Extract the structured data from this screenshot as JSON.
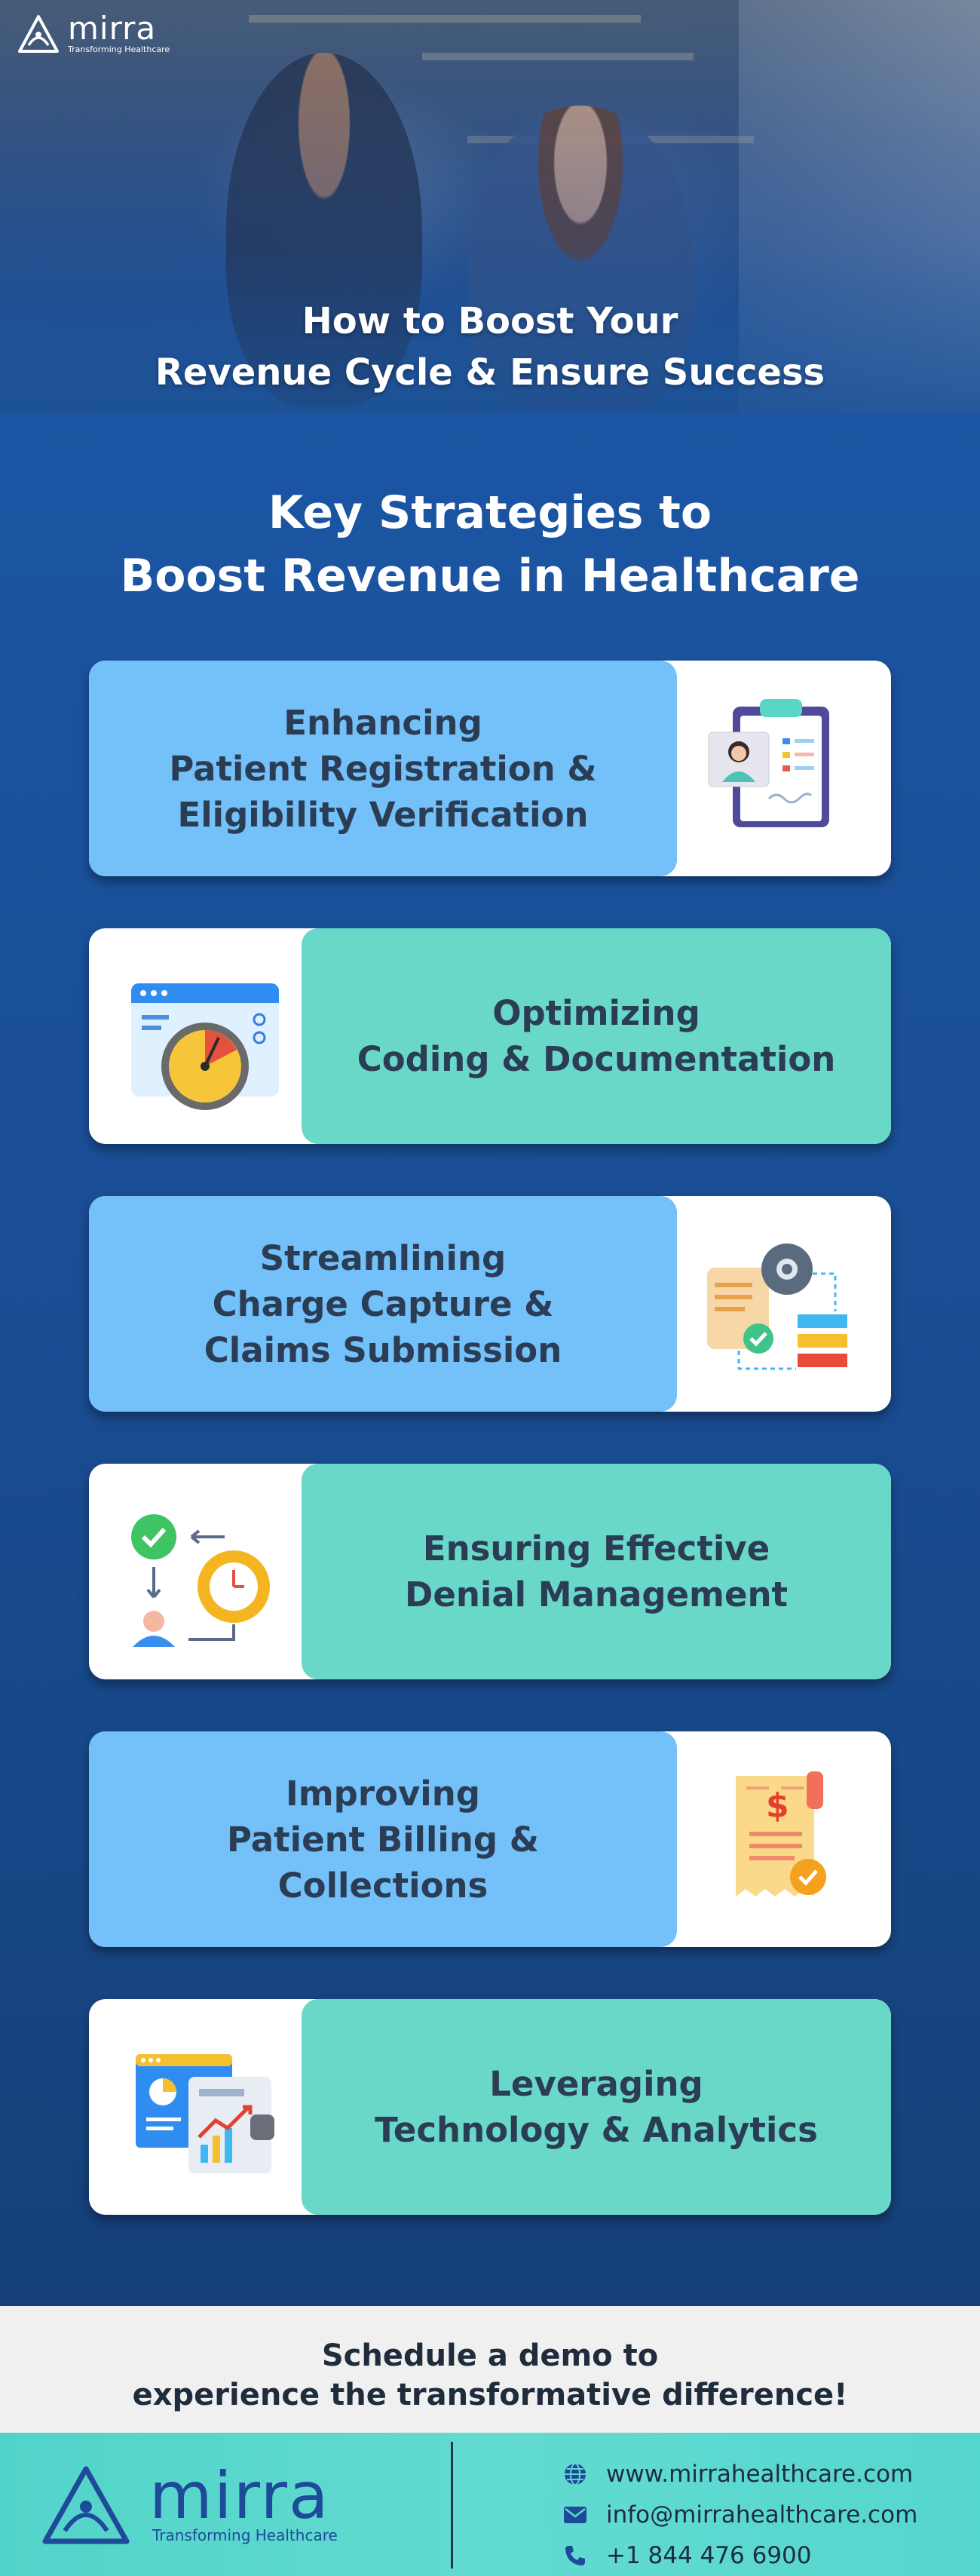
{
  "brand": {
    "name": "mirra",
    "tagline": "Transforming Healthcare"
  },
  "hero": {
    "title_line1": "How to Boost Your",
    "title_line2": "Revenue Cycle & Ensure Success"
  },
  "section": {
    "title_line1": "Key Strategies to",
    "title_line2": "Boost Revenue in Healthcare"
  },
  "strategies": [
    {
      "lines": [
        "Enhancing",
        "Patient Registration &",
        "Eligibility Verification"
      ],
      "icon": "clipboard-profile-icon"
    },
    {
      "lines": [
        "Optimizing",
        "Coding & Documentation"
      ],
      "icon": "browser-gauge-icon"
    },
    {
      "lines": [
        "Streamlining",
        "Charge Capture &",
        "Claims Submission"
      ],
      "icon": "workflow-gear-icon"
    },
    {
      "lines": [
        "Ensuring Effective",
        "Denial Management"
      ],
      "icon": "process-cycle-icon"
    },
    {
      "lines": [
        "Improving",
        "Patient Billing &",
        "Collections"
      ],
      "icon": "invoice-receipt-icon"
    },
    {
      "lines": [
        "Leveraging",
        "Technology & Analytics"
      ],
      "icon": "analytics-dashboard-icon"
    }
  ],
  "cta": {
    "line1": "Schedule a demo to",
    "line2": "experience the transformative difference!"
  },
  "contact": {
    "website": "www.mirrahealthcare.com",
    "email": "info@mirrahealthcare.com",
    "phone": "+1 844 476 6900"
  },
  "colors": {
    "blue_panel": "#74c0f8",
    "teal_panel": "#6ad8c8",
    "brand_blue": "#1e4a9a",
    "background": "#1a4e92"
  }
}
